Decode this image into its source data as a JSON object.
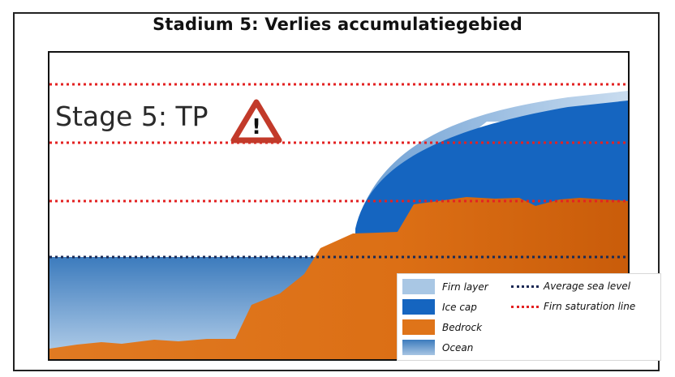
{
  "title": "Stadium 5: Verlies accumulatiegebied",
  "diagram": {
    "stage_label": "Stage 5: TP",
    "icons": [
      "warning-triangle-icon",
      "up-arrow-icon"
    ],
    "colors": {
      "firn_layer": "#a9c7e4",
      "ice_cap": "#1565c0",
      "bedrock": "#df7419",
      "ocean_top": "#3c7bbd",
      "ocean_bottom": "#a7c5e3",
      "sea_level_line": "#1b2a55",
      "firn_saturation_line": "#e32222",
      "arrow": "#e01919"
    }
  },
  "legend": {
    "firn_layer": "Firn layer",
    "ice_cap": "Ice cap",
    "bedrock": "Bedrock",
    "ocean": "Ocean",
    "average_sea_level": "Average sea level",
    "firn_saturation_line": "Firn saturation line"
  }
}
